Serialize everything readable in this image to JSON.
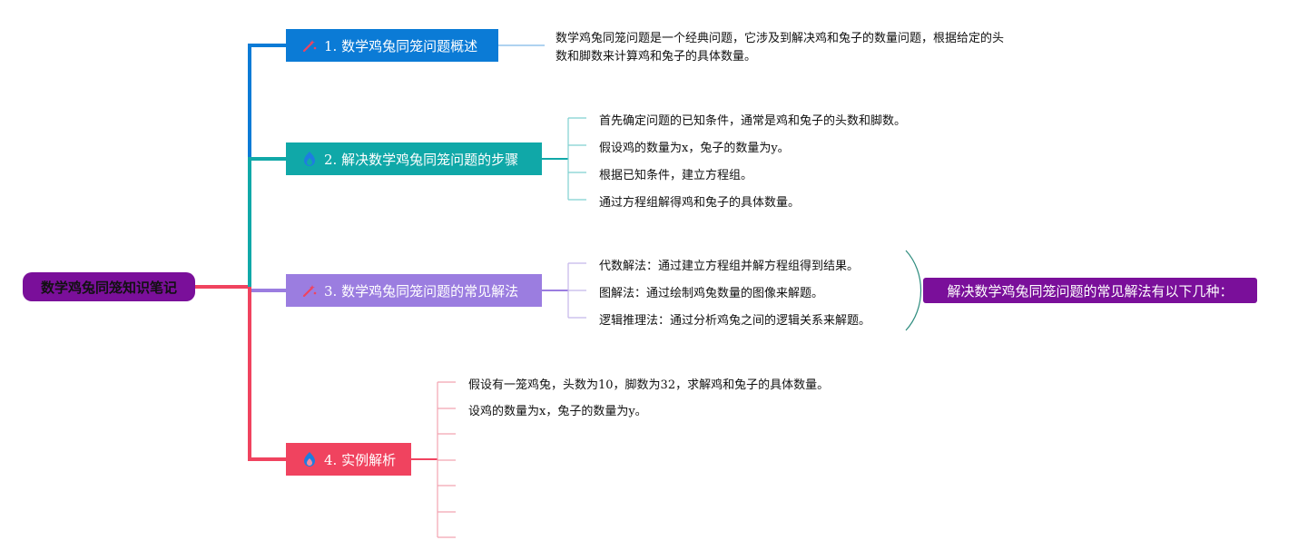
{
  "root": {
    "label": "数学鸡兔同笼知识笔记"
  },
  "colors": {
    "root": "#7a0f9a",
    "branch1": "#0b7bd6",
    "branch2": "#10a8a8",
    "branch3": "#9b7de0",
    "branch4": "#f0435f",
    "summary": "#7a0f9a"
  },
  "branches": [
    {
      "label": "1. 数学鸡兔同笼问题概述",
      "icon": "sparkle-icon",
      "children": [
        "数学鸡兔同笼问题是一个经典问题，它涉及到解决鸡和兔子的数量问题，根据给定的头数和脚数来计算鸡和兔子的具体数量。"
      ]
    },
    {
      "label": "2. 解决数学鸡兔同笼问题的步骤",
      "icon": "flame-icon",
      "children": [
        "首先确定问题的已知条件，通常是鸡和兔子的头数和脚数。",
        "假设鸡的数量为x，兔子的数量为y。",
        "根据已知条件，建立方程组。",
        "通过方程组解得鸡和兔子的具体数量。"
      ]
    },
    {
      "label": "3. 数学鸡兔同笼问题的常见解法",
      "icon": "sparkle-icon",
      "children": [
        "代数解法：通过建立方程组并解方程组得到结果。",
        "图解法：通过绘制鸡兔数量的图像来解题。",
        "逻辑推理法：通过分析鸡兔之间的逻辑关系来解题。"
      ],
      "summary": "解决数学鸡兔同笼问题的常见解法有以下几种："
    },
    {
      "label": "4. 实例解析",
      "icon": "flame-icon",
      "children": [
        "假设有一笼鸡兔，头数为10，脚数为32，求解鸡和兔子的具体数量。",
        "设鸡的数量为x，兔子的数量为y。",
        "",
        "",
        "",
        "",
        ""
      ]
    }
  ]
}
